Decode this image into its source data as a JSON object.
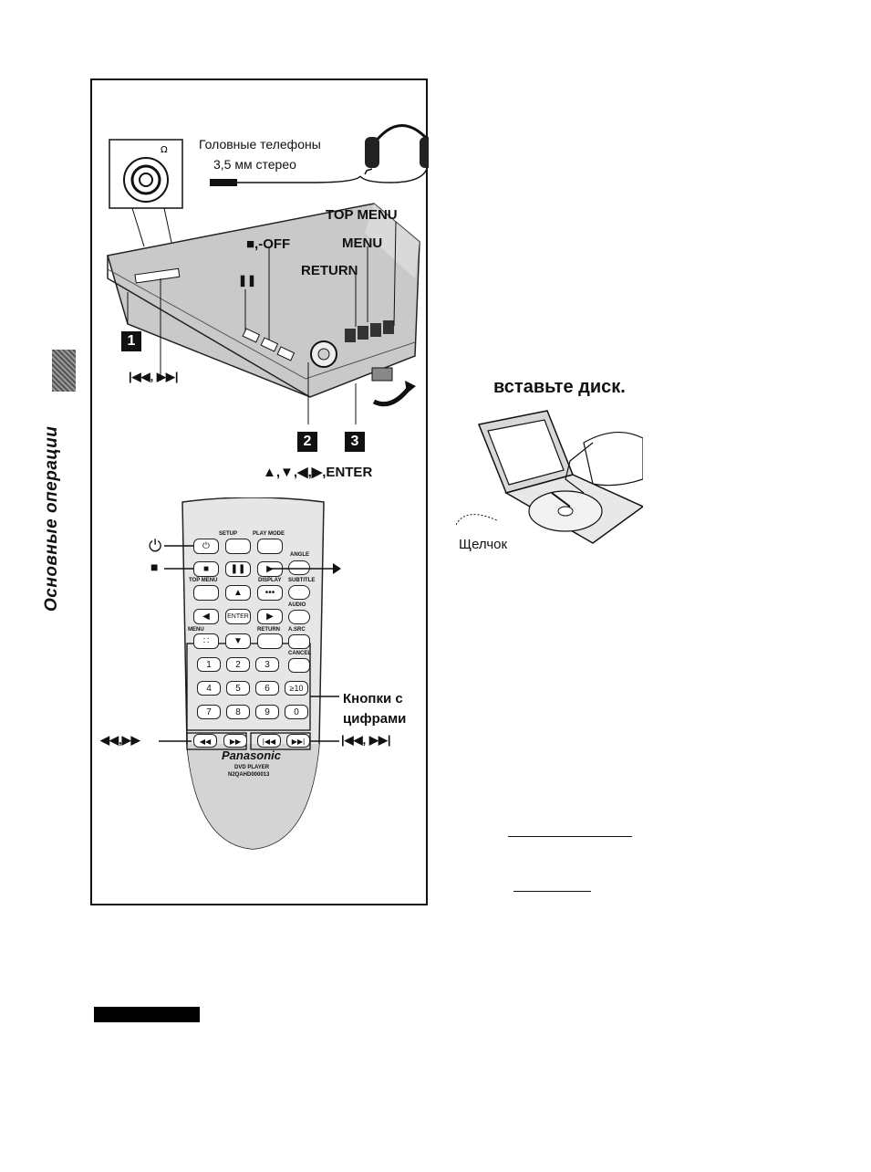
{
  "side": {
    "title": "Основные операции"
  },
  "player": {
    "headphones_label": "Головные телефоны",
    "jack_label": "3,5 мм стерео",
    "top_menu": "TOP MENU",
    "stop_off": "■,-OFF",
    "menu": "MENU",
    "return": "RETURN",
    "pause": "❚❚",
    "step_1": "1",
    "step_2": "2",
    "step_3": "3",
    "skip_label": "|◀◀, ▶▶|",
    "nav_label": "▲,▼,◀,▶,ENTER"
  },
  "remote": {
    "power_label": "⏻",
    "stop_label": "■",
    "play_label": "▶",
    "search_label": "◀◀,▶▶",
    "skip_label": "|◀◀, ▶▶|",
    "numbers_label_1": "Кнопки с",
    "numbers_label_2": "цифрами",
    "brand": "Panasonic",
    "model_1": "DVD PLAYER",
    "model_2": "N2QAHD000013",
    "btn_setup": "SETUP",
    "btn_playmode": "PLAY MODE",
    "btn_angle": "ANGLE",
    "btn_topmenu": "TOP MENU",
    "btn_display": "DISPLAY",
    "btn_subtitle": "SUBTITLE",
    "btn_audio": "AUDIO",
    "btn_menu": "MENU",
    "btn_return": "RETURN",
    "btn_asrc": "A.SRC",
    "btn_cancel": "CANCEL",
    "btn_enter": "ENTER",
    "keys": [
      "1",
      "2",
      "3",
      "4",
      "5",
      "6",
      "≥10",
      "7",
      "8",
      "9",
      "0"
    ]
  },
  "insert": {
    "heading": "вставьте диск.",
    "click_label": "Щелчок"
  }
}
